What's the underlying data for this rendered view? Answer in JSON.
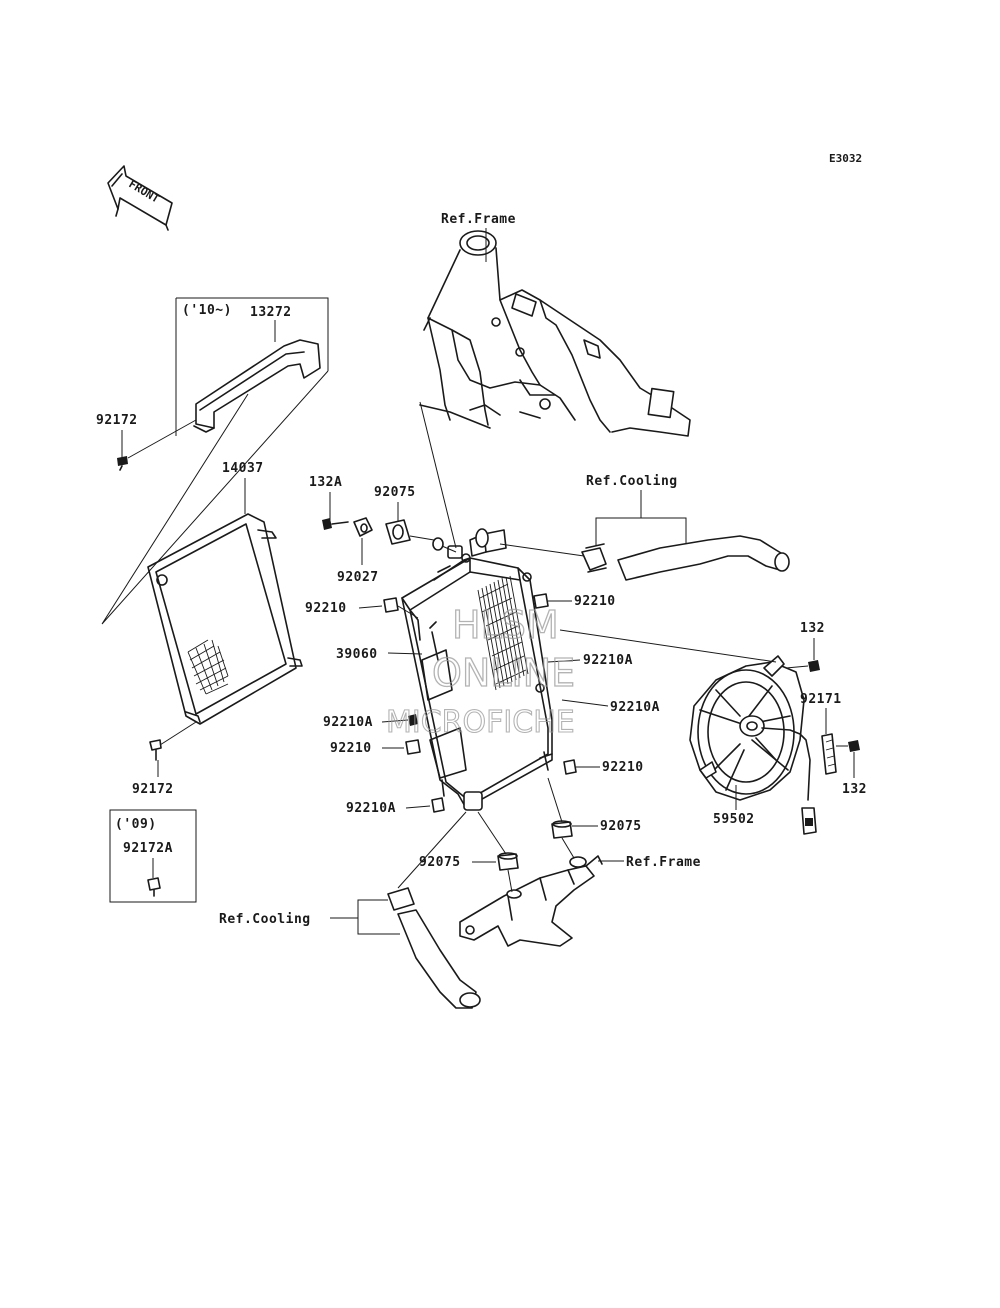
{
  "diagram_code": "E3032",
  "front_arrow_label": "FRONT",
  "watermark": {
    "line1": "HLSM",
    "line2": "ONLINE",
    "line3": "MICROFICHE"
  },
  "year_notes": {
    "later_models": "('10~)",
    "early_models": "('09)"
  },
  "refs": {
    "frame_top": "Ref.Frame",
    "cooling_top": "Ref.Cooling",
    "frame_bottom": "Ref.Frame",
    "cooling_bottom": "Ref.Cooling"
  },
  "parts": {
    "p13272": "13272",
    "p92172_top": "92172",
    "p14037": "14037",
    "p92172_bottom": "92172",
    "p92172A": "92172A",
    "p132A": "132A",
    "p92075_top": "92075",
    "p92027": "92027",
    "p92210_left_top": "92210",
    "p39060": "39060",
    "p92210A_left": "92210A",
    "p92210_left_mid": "92210",
    "p92210A_bottom": "92210A",
    "p92075_bottom_left": "92075",
    "p92210_right_top": "92210",
    "p92210A_right_top": "92210A",
    "p92210A_right_mid": "92210A",
    "p92210_right_bottom": "92210",
    "p92075_bottom_right": "92075",
    "p132_top": "132",
    "p92171": "92171",
    "p132_bottom": "132",
    "p59502": "59502"
  }
}
